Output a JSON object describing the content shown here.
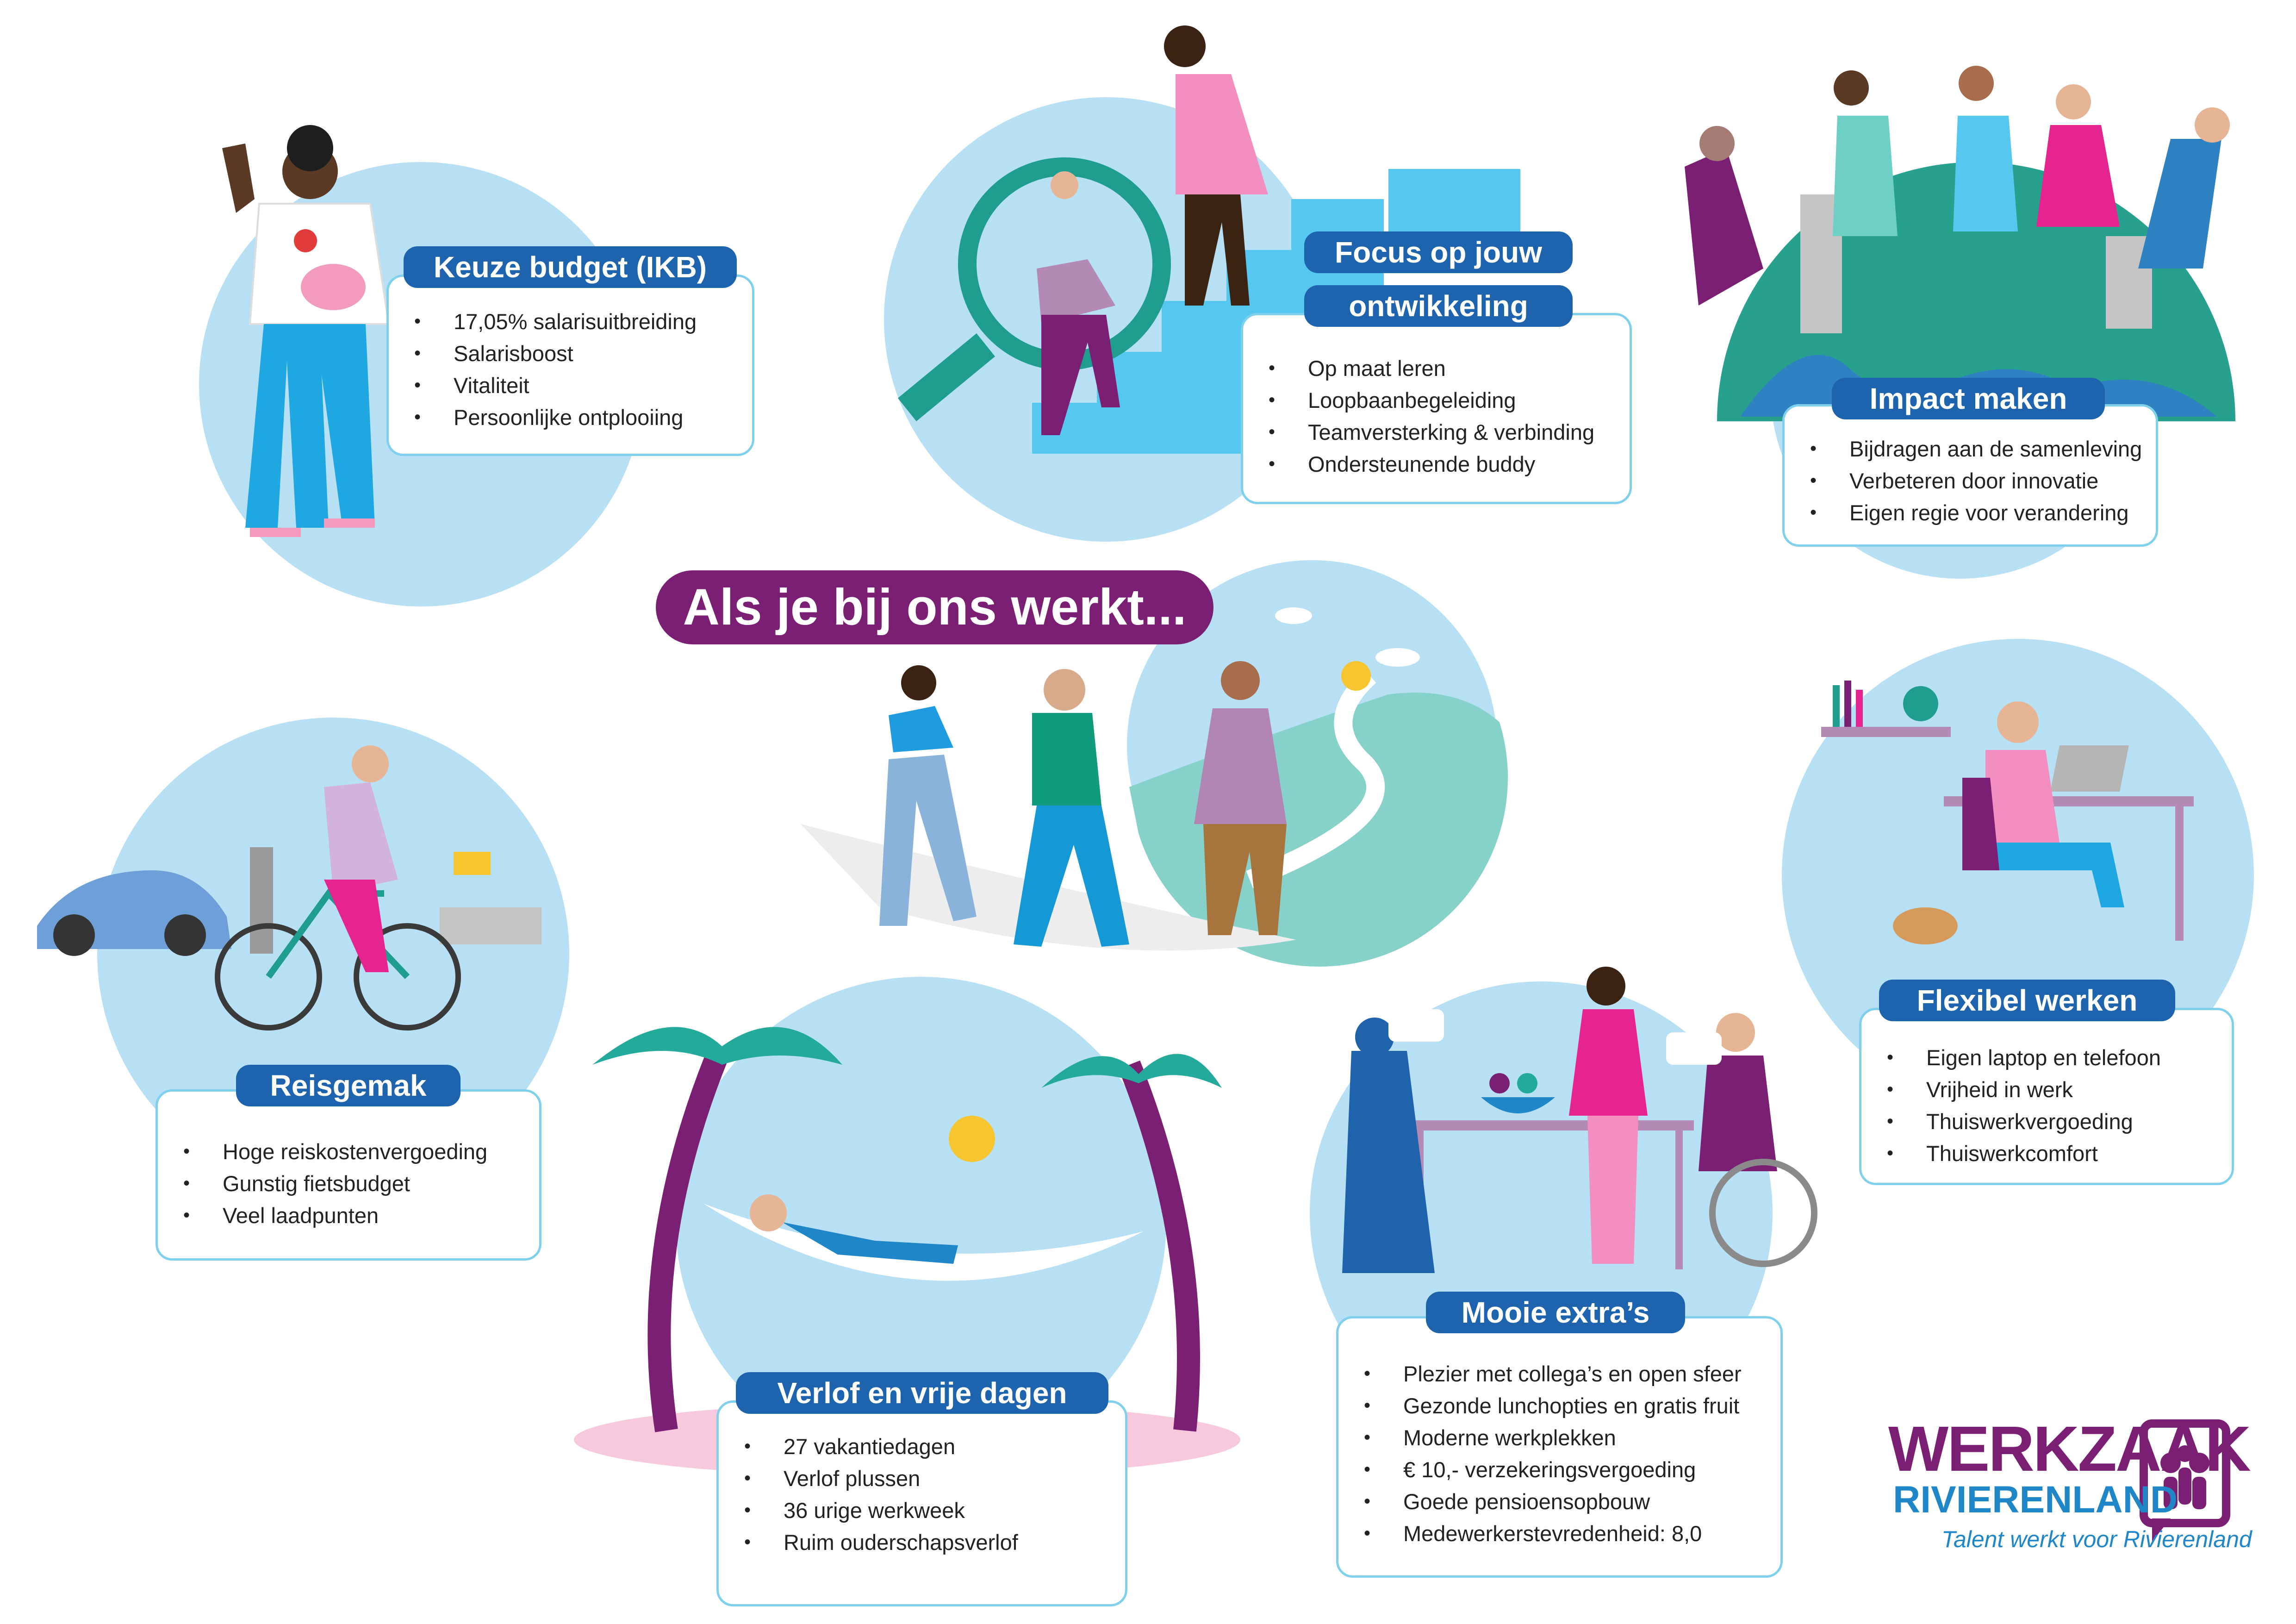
{
  "central_title": "Als je bij ons werkt...",
  "sections": {
    "keuze_budget": {
      "title": "Keuze budget (IKB)",
      "items": [
        "17,05% salarisuitbreiding",
        "Salarisboost",
        "Vitaliteit",
        "Persoonlijke ontplooiing"
      ]
    },
    "focus": {
      "title_line1": "Focus op jouw",
      "title_line2": "ontwikkeling",
      "items": [
        "Op maat leren",
        "Loopbaanbegeleiding",
        "Teamversterking & verbinding",
        "Ondersteunende buddy"
      ]
    },
    "impact": {
      "title": "Impact maken",
      "items": [
        "Bijdragen aan de samenleving",
        "Verbeteren door innovatie",
        "Eigen regie voor verandering"
      ]
    },
    "reisgemak": {
      "title": "Reisgemak",
      "items": [
        "Hoge reiskostenvergoeding",
        "Gunstig fietsbudget",
        "Veel laadpunten"
      ]
    },
    "flexibel": {
      "title": "Flexibel werken",
      "items": [
        "Eigen laptop en telefoon",
        "Vrijheid in werk",
        "Thuiswerkvergoeding",
        "Thuiswerkcomfort"
      ]
    },
    "verlof": {
      "title": "Verlof en vrije dagen",
      "items": [
        "27 vakantiedagen",
        "Verlof plussen",
        "36 urige werkweek",
        "Ruim ouderschapsverlof"
      ]
    },
    "extras": {
      "title": "Mooie extra’s",
      "items": [
        "Plezier met collega’s en open sfeer",
        "Gezonde lunchopties en gratis fruit",
        "Moderne werkplekken",
        "€ 10,- verzekeringsvergoeding",
        "Goede pensioensopbouw",
        "Medewerkerstevredenheid: 8,0"
      ]
    }
  },
  "logo": {
    "line1": "WERKZAAK",
    "line2": "RIVIERENLAND",
    "tagline": "Talent werkt voor Rivierenland"
  },
  "colors": {
    "pill_blue": "#1d63ad",
    "purple": "#7b1f74",
    "circle_light_blue": "#b8e0f4",
    "card_border": "#7fd0ec",
    "logo_blue": "#1f86c8"
  }
}
